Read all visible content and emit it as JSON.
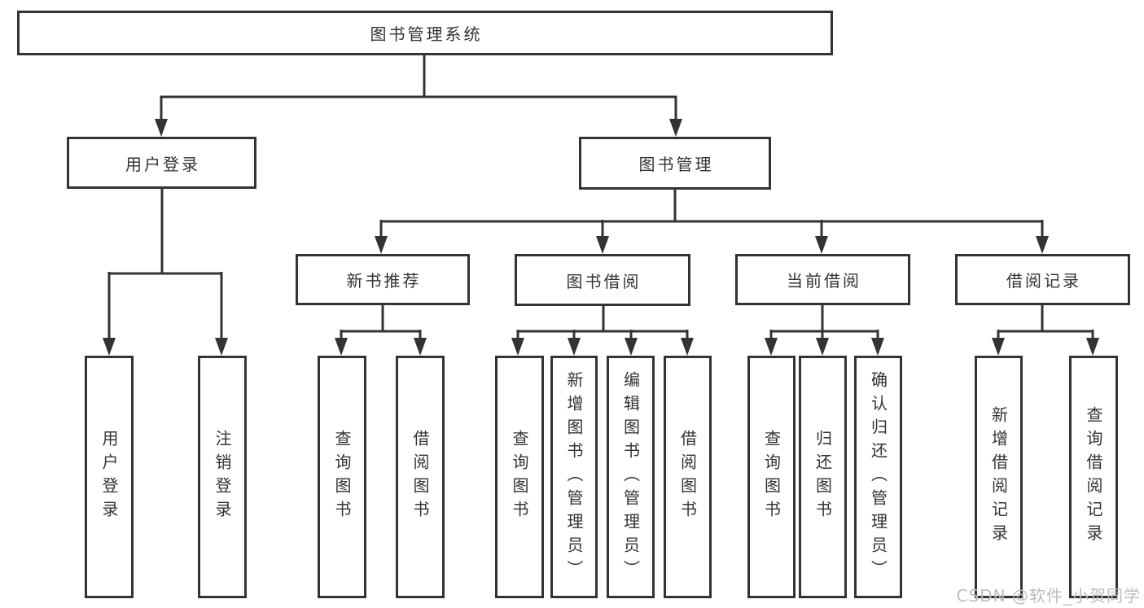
{
  "diagram": {
    "root_label": "图书管理系统",
    "level2": {
      "user_login": "用户登录",
      "book_mgmt": "图书管理"
    },
    "level3": {
      "new_book": "新书推荐",
      "book_borrow": "图书借阅",
      "current_borrow": "当前借阅",
      "borrow_record": "借阅记录"
    },
    "leaves": {
      "user_login": "用户登录",
      "logout": "注销登录",
      "nb_query": "查询图书",
      "nb_borrow": "借阅图书",
      "bb_query": "查询图书",
      "bb_add": "新增图书（管理员）",
      "bb_edit": "编辑图书（管理员）",
      "bb_borrow": "借阅图书",
      "cb_query": "查询图书",
      "cb_return": "归还图书",
      "cb_confirm": "确认归还（管理员）",
      "br_add": "新增借阅记录",
      "br_query": "查询借阅记录"
    },
    "watermark": "CSDN @软件_小贺同学",
    "colors": {
      "line": "#333333",
      "text": "#333333",
      "background": "#ffffff",
      "watermark": "#bdbdbd"
    }
  }
}
